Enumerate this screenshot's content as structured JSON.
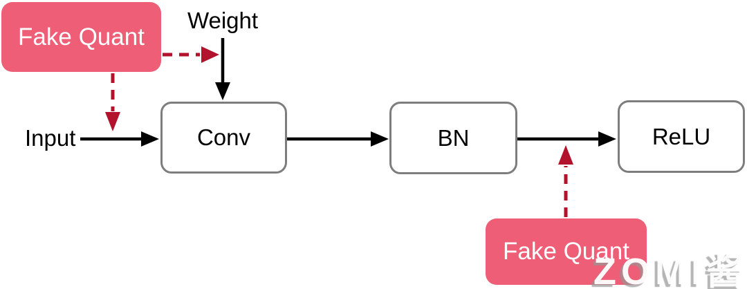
{
  "diagram": {
    "description": "Quantization-aware training pipeline with fake-quant nodes",
    "nodes": {
      "fake_quant_weight": {
        "label": "Fake Quant"
      },
      "conv": {
        "label": "Conv"
      },
      "bn": {
        "label": "BN"
      },
      "relu": {
        "label": "ReLU"
      },
      "fake_quant_activation": {
        "label": "Fake Quant"
      }
    },
    "labels": {
      "input": "Input",
      "weight": "Weight"
    },
    "watermark": "ZOMI酱",
    "colors": {
      "fake_quant_fill": "#EE5E76",
      "fake_quant_text": "#FFFFFF",
      "dashed_arrow": "#B2122B",
      "solid_arrow": "#000000",
      "node_border": "#7D7D7D",
      "node_fill": "#FFFFFF",
      "background": "#FFFFFF"
    }
  }
}
